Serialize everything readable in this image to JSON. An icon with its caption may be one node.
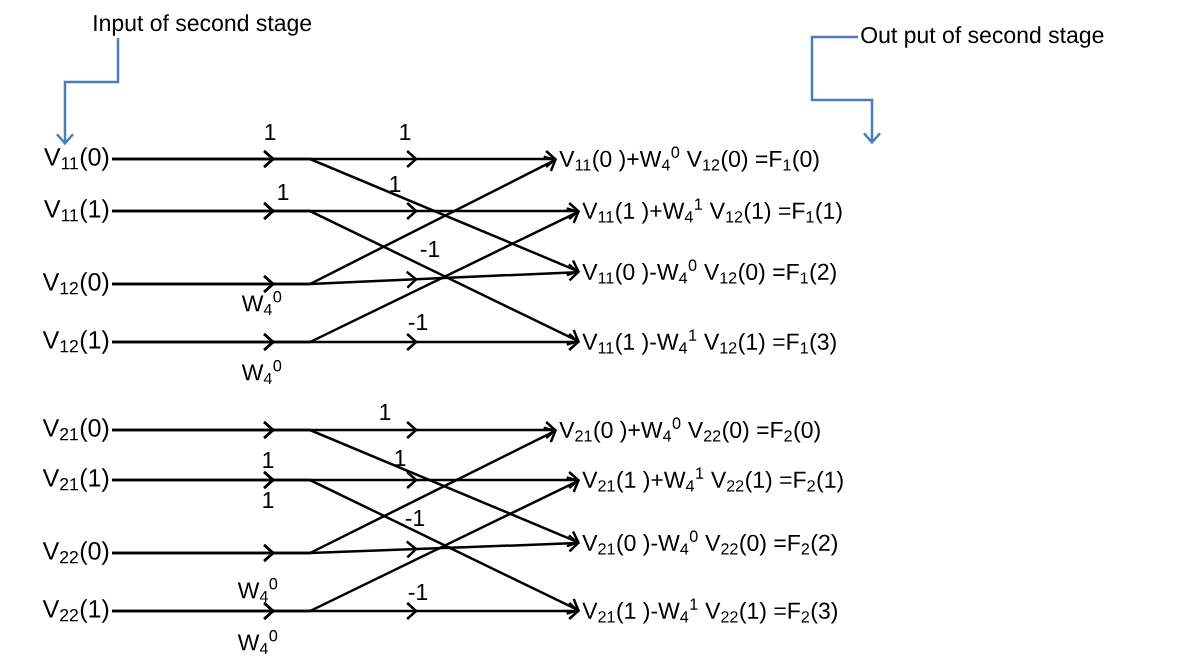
{
  "diagram": {
    "nodes": [
      {
        "text": [
          "Input of second stage"
        ]
      },
      {
        "text": [
          "Out put of second stage"
        ]
      },
      {
        "text": [
          "V$_{11}$(0)"
        ]
      },
      {
        "text": [
          "V$_{11}$(1)"
        ]
      },
      {
        "text": [
          "V$_{12}$(0)"
        ]
      },
      {
        "text": [
          "V$_{12}$(1)"
        ]
      },
      {
        "text": [
          "V$_{21}$(0)"
        ]
      },
      {
        "text": [
          "V$_{21}$(1)"
        ]
      },
      {
        "text": [
          "V$_{22}$(0)"
        ]
      },
      {
        "text": [
          "V$_{22}$(1)"
        ]
      },
      {
        "text": [
          "V$_{11}$(0 )+W$_{4}$$^{0}$ V$_{12}$(0) =F$_{1}$(0)"
        ]
      },
      {
        "text": [
          "V$_{11}$(1 )+W$_{4}$$^{1}$ V$_{12}$(1) =F$_{1}$(1)"
        ]
      },
      {
        "text": [
          "V$_{11}$(0 )-W$_{4}$$^{0}$ V$_{12}$(0) =F$_{1}$(2)"
        ]
      },
      {
        "text": [
          "V$_{11}$(1 )-W$_{4}$$^{1}$ V$_{12}$(1) =F$_{1}$(3)"
        ]
      },
      {
        "text": [
          "V$_{21}$(0 )+W$_{4}$$^{0}$ V$_{22}$(0) =F$_{2}$(0)"
        ]
      },
      {
        "text": [
          "V$_{21}$(1 )+W$_{4}$$^{1}$ V$_{22}$(1) =F$_{2}$(1)"
        ]
      },
      {
        "text": [
          "V$_{21}$(0 )-W$_{4}$$^{0}$ V$_{22}$(0) =F$_{2}$(2)"
        ]
      },
      {
        "text": [
          "V$_{21}$(1 )-W$_{4}$$^{1}$ V$_{22}$(1) =F$_{2}$(3)"
        ]
      }
    ],
    "edges": [
      {
        "from": 0,
        "to": 2,
        "arrow": "to",
        "color": "#4a7ebb"
      },
      {
        "from": 1,
        "to": 10,
        "arrow": "to",
        "color": "#4a7ebb"
      },
      {
        "from": 2,
        "to": 10,
        "arrow": "to"
      },
      {
        "from": 2,
        "to": 12,
        "arrow": "to"
      },
      {
        "from": 3,
        "to": 11,
        "arrow": "to"
      },
      {
        "from": 3,
        "to": 13,
        "arrow": "to"
      },
      {
        "from": 4,
        "to": 10,
        "arrow": "to"
      },
      {
        "from": 4,
        "to": 12,
        "arrow": "to"
      },
      {
        "from": 5,
        "to": 11,
        "arrow": "to"
      },
      {
        "from": 5,
        "to": 13,
        "arrow": "to"
      },
      {
        "from": 6,
        "to": 14,
        "arrow": "to"
      },
      {
        "from": 6,
        "to": 16,
        "arrow": "to"
      },
      {
        "from": 7,
        "to": 15,
        "arrow": "to"
      },
      {
        "from": 7,
        "to": 17,
        "arrow": "to"
      },
      {
        "from": 8,
        "to": 14,
        "arrow": "to"
      },
      {
        "from": 8,
        "to": 16,
        "arrow": "to"
      },
      {
        "from": 9,
        "to": 15,
        "arrow": "to"
      },
      {
        "from": 9,
        "to": 17,
        "arrow": "to"
      }
    ],
    "labels": [
      "1",
      "1",
      "1",
      "1",
      "-1",
      "W$_{4}$$^{0}$",
      "-1",
      "W$_{4}$$^{0}$",
      "1",
      "1",
      "1",
      "1",
      "-1",
      "W$_{4}$$^{0}$",
      "-1",
      "W$_{4}$$^{0}$"
    ]
  }
}
